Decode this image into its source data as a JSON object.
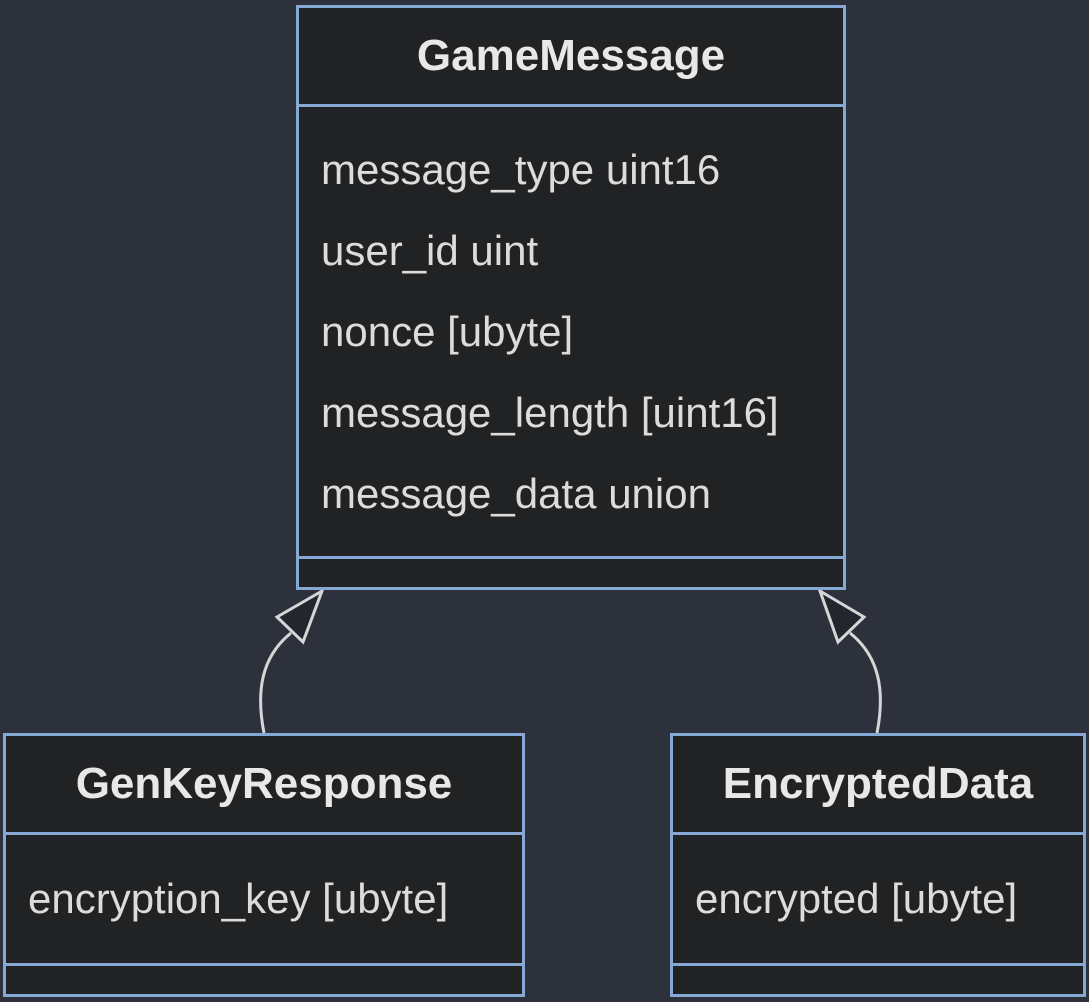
{
  "diagram": {
    "type": "class-diagram",
    "colors": {
      "background": "#2d313c",
      "node_fill": "#212224",
      "node_border": "#85a9d4",
      "title_text": "#e8e8e8",
      "field_text": "#dcdcdc",
      "edge": "#d6d6d6",
      "arrowhead_fill": "#24262d"
    },
    "nodes": {
      "game_message": {
        "name": "GameMessage",
        "fields": [
          "message_type uint16",
          "user_id uint",
          "nonce [ubyte]",
          "message_length [uint16]",
          "message_data union"
        ]
      },
      "gen_key_response": {
        "name": "GenKeyResponse",
        "fields": [
          "encryption_key [ubyte]"
        ]
      },
      "encrypted_data": {
        "name": "EncryptedData",
        "fields": [
          "encrypted [ubyte]"
        ]
      }
    },
    "relations": [
      {
        "from": "GenKeyResponse",
        "to": "GameMessage",
        "type": "inheritance"
      },
      {
        "from": "EncryptedData",
        "to": "GameMessage",
        "type": "inheritance"
      }
    ]
  }
}
